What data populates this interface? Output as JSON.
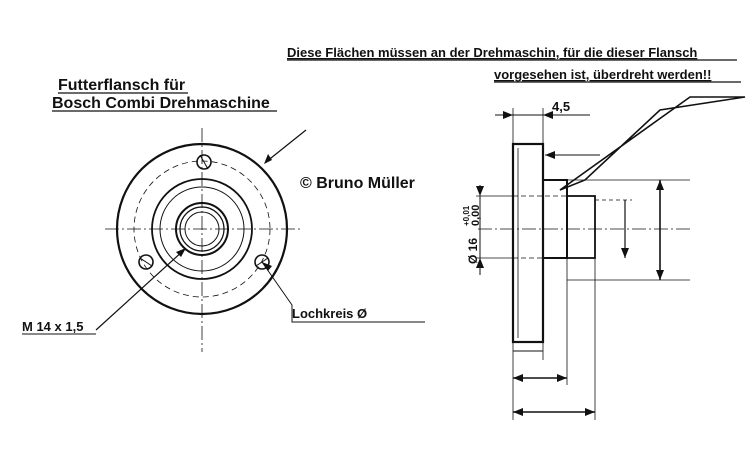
{
  "notice": {
    "line1": "Diese Flächen müssen an der Drehmaschin, für die dieser Flansch",
    "line2": "vorgesehen ist, überdreht werden!!"
  },
  "title": {
    "line1": "Futterflansch für",
    "line2": "Bosch Combi Drehmaschine"
  },
  "copyright": "© Bruno Müller",
  "labels": {
    "thread": "M 14 x 1,5",
    "bolt_circle": "Lochkreis Ø",
    "dim_width": "4,5",
    "diameter": "Ø 16",
    "tol_upper": "+0,01",
    "tol_lower": "0,00"
  }
}
